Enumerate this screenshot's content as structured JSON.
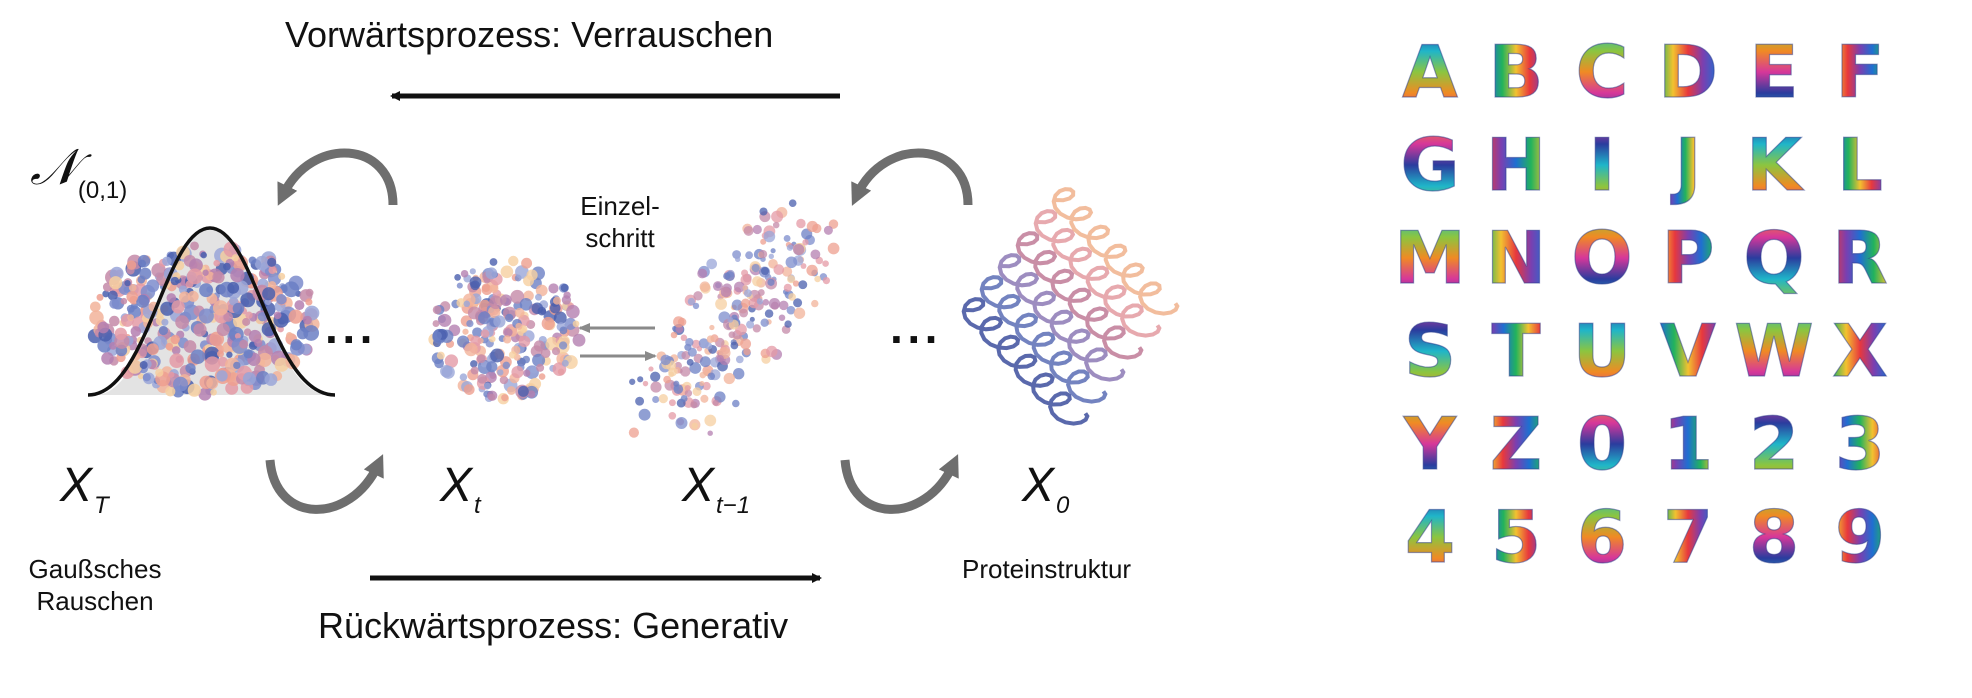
{
  "diagram": {
    "forward_label": "Vorwärtsprozess: Verrauschen",
    "reverse_label": "Rückwärtsprozess: Generativ",
    "normal_symbol": "𝒩",
    "normal_params": "(0,1)",
    "single_step": [
      "Einzel-",
      "schritt"
    ],
    "ellipsis": "···",
    "states": [
      {
        "symbol": "X",
        "sub": "T",
        "caption": [
          "Gaußsches",
          "Rauschen"
        ]
      },
      {
        "symbol": "X",
        "sub": "t",
        "caption": []
      },
      {
        "symbol": "X",
        "sub": "t−1",
        "caption": []
      },
      {
        "symbol": "X",
        "sub": "0",
        "caption": [
          "Proteinstruktur"
        ]
      }
    ]
  },
  "alphabet_grid": {
    "rows": [
      [
        "A",
        "B",
        "C",
        "D",
        "E",
        "F"
      ],
      [
        "G",
        "H",
        "I",
        "J",
        "K",
        "L"
      ],
      [
        "M",
        "N",
        "O",
        "P",
        "Q",
        "R"
      ],
      [
        "S",
        "T",
        "U",
        "V",
        "W",
        "X"
      ],
      [
        "Y",
        "Z",
        "0",
        "1",
        "2",
        "3"
      ],
      [
        "4",
        "5",
        "6",
        "7",
        "8",
        "9"
      ]
    ],
    "colors": [
      "#2b3c9e",
      "#1f6fd1",
      "#1fb5c9",
      "#22b35c",
      "#8bc540",
      "#f2c230",
      "#f08a24",
      "#e8383d",
      "#d6379a",
      "#7b3fb0"
    ]
  }
}
